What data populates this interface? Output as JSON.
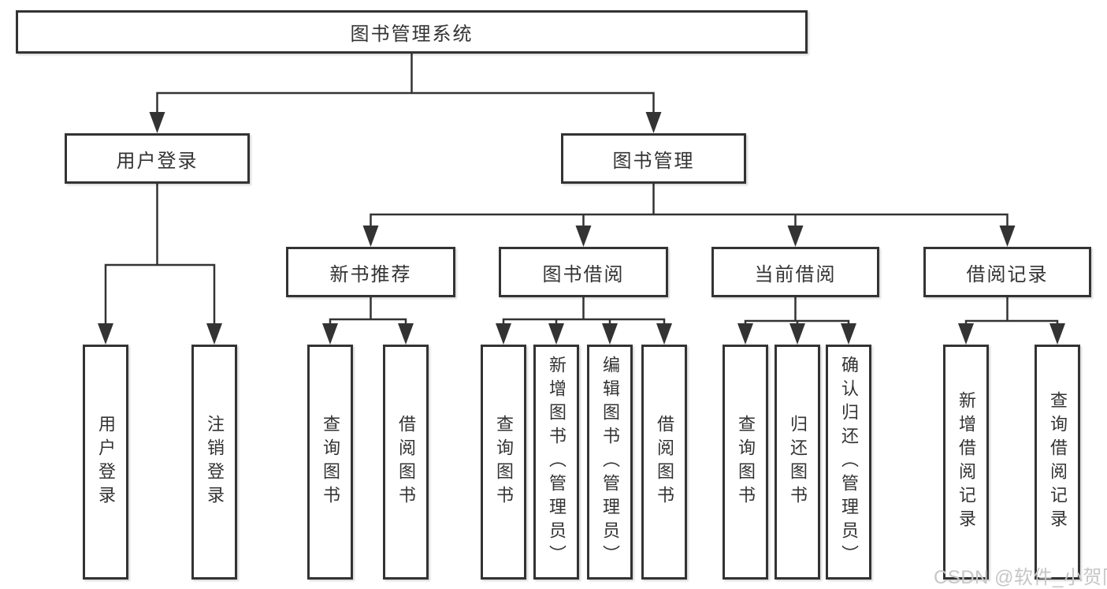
{
  "tree": {
    "root": "图书管理系统",
    "level1": [
      {
        "label": "用户登录"
      },
      {
        "label": "图书管理"
      }
    ],
    "level2": [
      {
        "label": "新书推荐"
      },
      {
        "label": "图书借阅"
      },
      {
        "label": "当前借阅"
      },
      {
        "label": "借阅记录"
      }
    ],
    "leaves": {
      "login": [
        {
          "label": "用户登录"
        },
        {
          "label": "注销登录"
        }
      ],
      "recommend": [
        {
          "label": "查询图书"
        },
        {
          "label": "借阅图书"
        }
      ],
      "borrow": [
        {
          "label": "查询图书"
        },
        {
          "label": "新增图书（管理员）"
        },
        {
          "label": "编辑图书（管理员）"
        },
        {
          "label": "借阅图书"
        }
      ],
      "current": [
        {
          "label": "查询图书"
        },
        {
          "label": "归还图书"
        },
        {
          "label": "确认归还（管理员）"
        }
      ],
      "records": [
        {
          "label": "新增借阅记录"
        },
        {
          "label": "查询借阅记录"
        }
      ]
    }
  },
  "watermark": {
    "text": "CSDN @软件_小贺同学"
  },
  "colors": {
    "line": "#333333",
    "text": "#333333",
    "box_background": "#ffffff",
    "watermark": "#c6c6c6",
    "page_background": "#ffffff"
  }
}
